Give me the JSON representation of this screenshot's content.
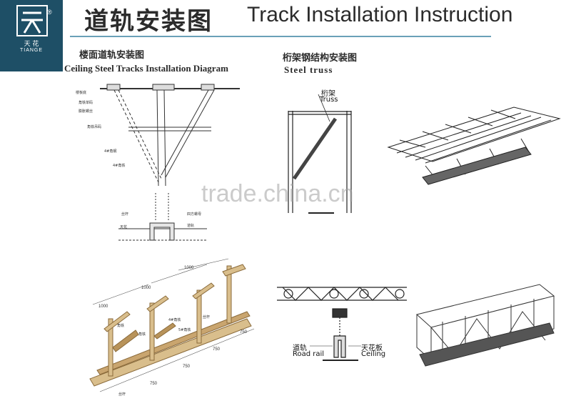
{
  "header": {
    "logo": {
      "cn": "天 花",
      "en": "TIANGE",
      "reg": "®"
    },
    "title_cn": "道轨安装图",
    "title_en": "Track Installation Instruction"
  },
  "section_ceiling": {
    "title_cn": "楼面道轨安装图",
    "title_en": "Ceiling Steel Tracks Installation Diagram",
    "labels": [
      "楼板底",
      "角铁单码",
      "膨胀螺丝",
      "角铁吊码",
      "4#角钢",
      "4#角铁",
      "丝杆",
      "四方螺母",
      "天花",
      "道轨"
    ]
  },
  "section_truss": {
    "title_cn": "桁架钢结构安装图",
    "title_en": "Steel truss",
    "truss_cn": "桁架",
    "truss_en": "Truss"
  },
  "rail_detail": {
    "rail_cn": "道轨",
    "rail_en": "Road rail",
    "ceiling_cn": "天花板",
    "ceiling_en": "Ceiling"
  },
  "wood_frame": {
    "dims": [
      "1000",
      "1000",
      "1000",
      "750",
      "750",
      "750",
      "750"
    ],
    "labels": [
      "角铁",
      "角铁",
      "4#角铁",
      "5#角铁",
      "丝杆",
      "丝杆"
    ]
  },
  "watermark": "trade.china.cn"
}
